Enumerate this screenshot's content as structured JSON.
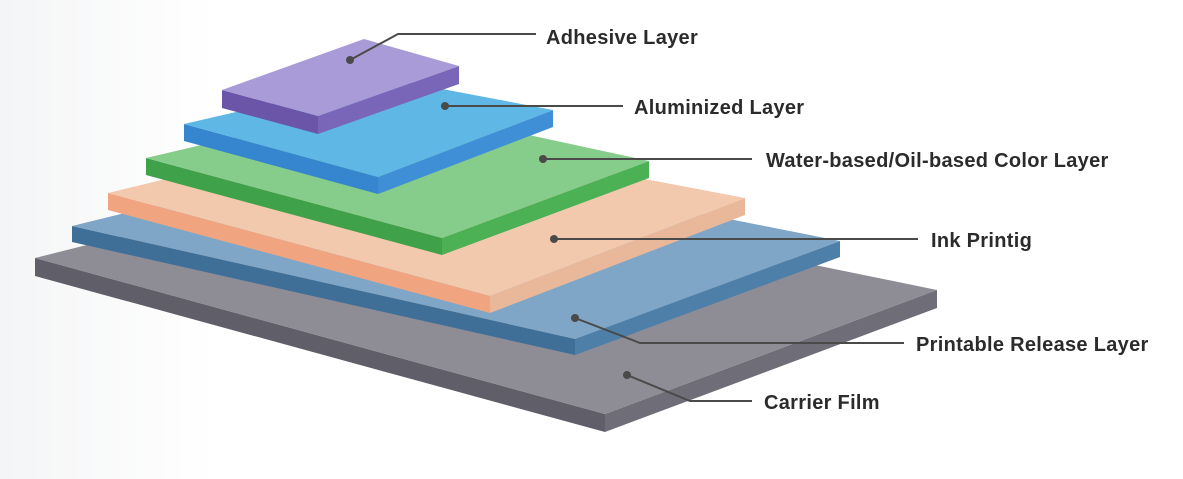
{
  "diagram": {
    "labels": {
      "adhesive": "Adhesive Layer",
      "aluminized": "Aluminized Layer",
      "color": "Water-based/Oil-based Color Layer",
      "ink": "Ink Printig",
      "release": "Printable Release Layer",
      "carrier": "Carrier Film"
    },
    "colors": {
      "carrier": "#8e8d96",
      "release": "#7fa6c6",
      "ink": "#f3c9ae",
      "color": "#86cc8a",
      "aluminized": "#5fb7e6",
      "adhesive": "#a99bd8"
    }
  }
}
